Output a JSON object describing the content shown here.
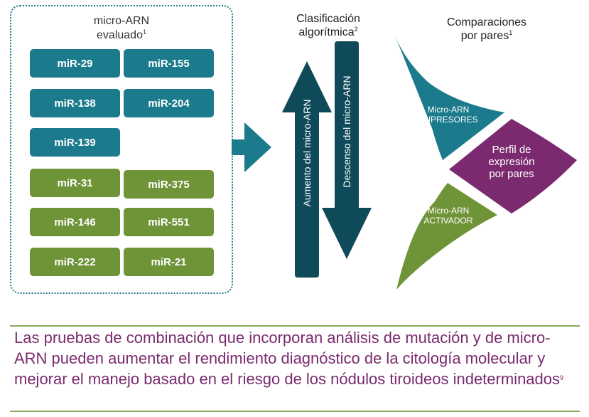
{
  "evaluated": {
    "title": "micro-ARN",
    "title2": "evaluado",
    "ref": "1",
    "teal_chips": [
      "miR-29",
      "miR-155",
      "miR-138",
      "miR-204",
      "miR-139"
    ],
    "green_chips": [
      "miR-31",
      "miR-375",
      "miR-146",
      "miR-551",
      "miR-222",
      "miR-21"
    ]
  },
  "classification": {
    "title": "Clasificación",
    "title2": "algorítmica",
    "ref": "2",
    "up_label": "Aumento del micro-ARN",
    "down_label": "Descenso del micro-ARN"
  },
  "comparisons": {
    "title": "Comparaciones",
    "title2": "por pares",
    "ref": "1",
    "suppressor_line1": "Micro-ARN",
    "suppressor_line2": "SUPRESORES",
    "activator_line1": "Micro-ARN",
    "activator_line2": "ACTIVADOR",
    "profile_line1": "Perfil de",
    "profile_line2": "expresión",
    "profile_line3": "por pares"
  },
  "footer": {
    "text": "Las pruebas de combinación que incorporan análisis de mutación y de micro-ARN pueden aumentar el rendimiento diagnóstico de la citología molecular y mejorar el manejo basado en el riesgo de los nódulos tiroideos indeterminados",
    "ref": "9"
  },
  "colors": {
    "teal": "#1b7a8c",
    "green": "#6f9337",
    "dark_teal": "#0f4a5a",
    "purple": "#7b2a6f"
  }
}
